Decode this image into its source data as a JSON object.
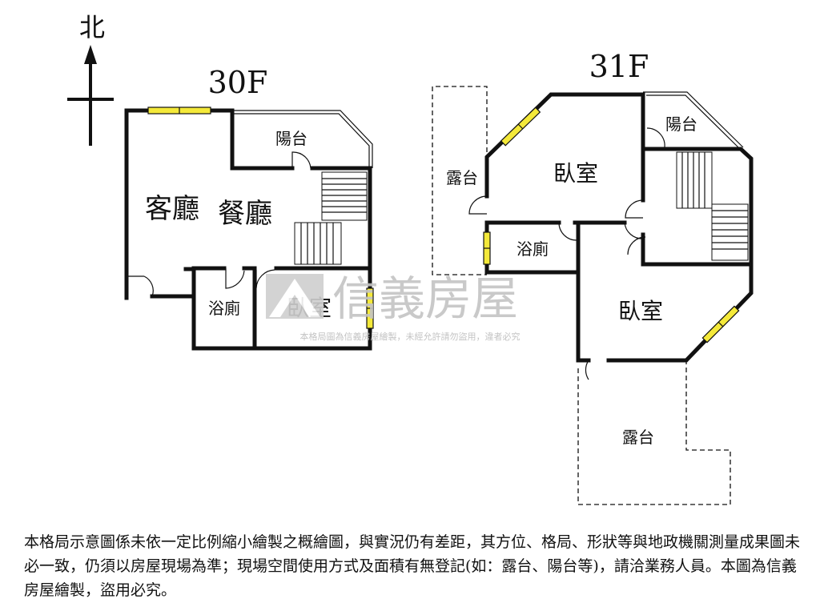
{
  "compass": {
    "north_label": "北"
  },
  "floors": [
    {
      "label": "30F",
      "rooms": {
        "living": "客廳",
        "dining": "餐廳",
        "balcony": "陽台",
        "bathroom": "浴廁",
        "bedroom": "臥室"
      }
    },
    {
      "label": "31F",
      "rooms": {
        "terrace_west": "露台",
        "bedroom_north": "臥室",
        "balcony": "陽台",
        "bathroom": "浴廁",
        "bedroom_south": "臥室",
        "terrace_south": "露台"
      }
    }
  ],
  "watermark": {
    "brand": "信義房屋",
    "caption": "本格局圖為信義房屋繪製，未經允許請勿盜用，違者必究"
  },
  "notice": "本格局示意圖係未依一定比例縮小繪製之概繪圖，與實況仍有差距，其方位、格局、形狀等與地政機關測量成果圖未必一致，仍須以房屋現場為準；現場空間使用方式及面積有無登記(如：露台、陽台等)，請洽業務人員。本圖為信義房屋繪製，盜用必究。",
  "colors": {
    "window": "#f4e93a",
    "watermark": "#c9c9c9",
    "line": "#111111"
  }
}
